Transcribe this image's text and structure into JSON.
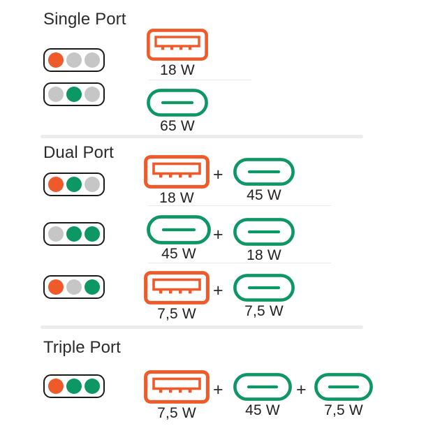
{
  "colors": {
    "orange": "#ef5a2a",
    "green": "#0c9765",
    "lamp_off": "#c6c6c6",
    "outline": "#1a1a1a",
    "text": "#231f20",
    "rule_thick": "#ececec",
    "rule_thin": "#e9e9e9",
    "background": "#ffffff"
  },
  "plus_symbol": "+",
  "sections": [
    {
      "id": "single-port",
      "title": "Single Port",
      "rows": [
        {
          "id": "single-row-1",
          "lamps": [
            "orange",
            "off",
            "off"
          ],
          "connectors": [
            {
              "type": "usb-a",
              "icon": "usb-a-icon",
              "color": "#ef5a2a",
              "watt": "18 W"
            }
          ]
        },
        {
          "id": "single-row-2",
          "lamps": [
            "off",
            "green",
            "off"
          ],
          "connectors": [
            {
              "type": "usb-c",
              "icon": "usb-c-icon",
              "color": "#0c9765",
              "watt": "65 W"
            }
          ]
        }
      ]
    },
    {
      "id": "dual-port",
      "title": "Dual Port",
      "rows": [
        {
          "id": "dual-row-1",
          "lamps": [
            "orange",
            "green",
            "off"
          ],
          "connectors": [
            {
              "type": "usb-a",
              "icon": "usb-a-icon",
              "color": "#ef5a2a",
              "watt": "18 W"
            },
            {
              "type": "usb-c",
              "icon": "usb-c-icon",
              "color": "#0c9765",
              "watt": "45 W"
            }
          ]
        },
        {
          "id": "dual-row-2",
          "lamps": [
            "off",
            "green",
            "green"
          ],
          "connectors": [
            {
              "type": "usb-c",
              "icon": "usb-c-icon",
              "color": "#0c9765",
              "watt": "45 W"
            },
            {
              "type": "usb-c",
              "icon": "usb-c-icon",
              "color": "#0c9765",
              "watt": "18 W"
            }
          ]
        },
        {
          "id": "dual-row-3",
          "lamps": [
            "orange",
            "off",
            "green"
          ],
          "connectors": [
            {
              "type": "usb-a",
              "icon": "usb-a-icon",
              "color": "#ef5a2a",
              "watt": "7,5 W"
            },
            {
              "type": "usb-c",
              "icon": "usb-c-icon",
              "color": "#0c9765",
              "watt": "7,5 W"
            }
          ]
        }
      ]
    },
    {
      "id": "triple-port",
      "title": "Triple Port",
      "rows": [
        {
          "id": "triple-row-1",
          "lamps": [
            "orange",
            "green",
            "green"
          ],
          "connectors": [
            {
              "type": "usb-a",
              "icon": "usb-a-icon",
              "color": "#ef5a2a",
              "watt": "7,5 W"
            },
            {
              "type": "usb-c",
              "icon": "usb-c-icon",
              "color": "#0c9765",
              "watt": "45 W"
            },
            {
              "type": "usb-c",
              "icon": "usb-c-icon",
              "color": "#0c9765",
              "watt": "7,5 W"
            }
          ]
        }
      ]
    }
  ]
}
